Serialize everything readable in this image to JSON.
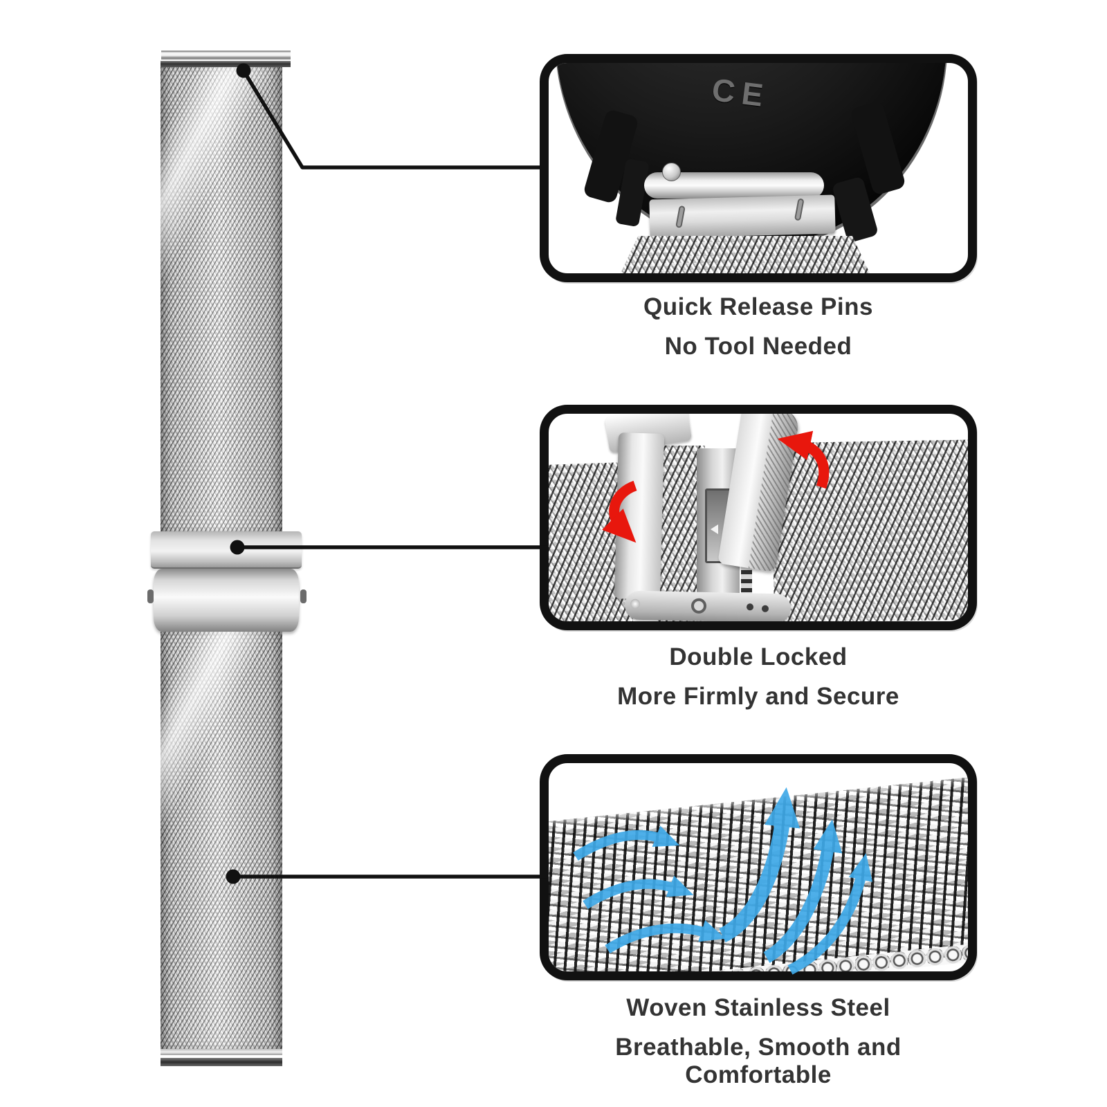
{
  "colors": {
    "background": "#ffffff",
    "panel_border": "#111111",
    "text": "#333333",
    "connector": "#111111",
    "red_arrow": "#e8170d",
    "blue_arrow": "#3fa9e8"
  },
  "watch_case": {
    "engraving": "CE"
  },
  "callouts": [
    {
      "title": "Quick Release Pins",
      "subtitle": "No Tool Needed"
    },
    {
      "title": "Double Locked",
      "subtitle": "More Firmly and Secure"
    },
    {
      "title": "Woven Stainless Steel",
      "subtitle": "Breathable, Smooth and Comfortable"
    }
  ]
}
